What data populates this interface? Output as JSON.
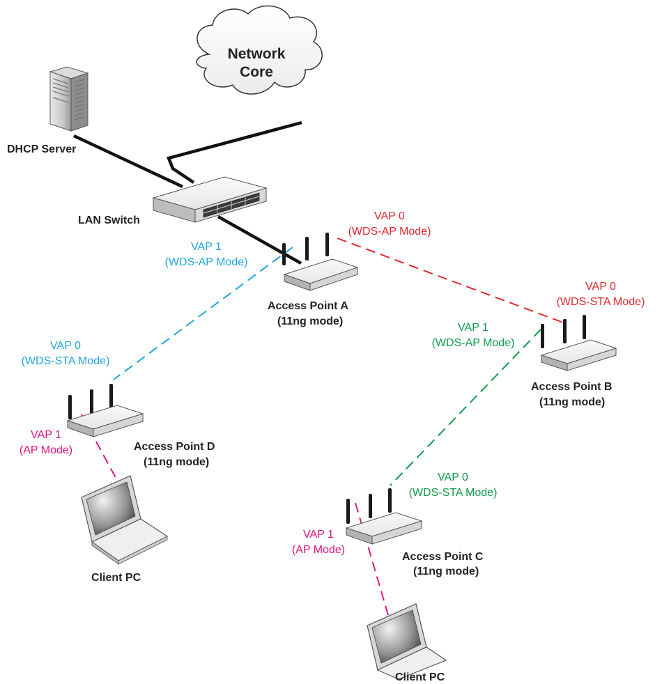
{
  "colors": {
    "blue": "#1ea6dc",
    "red": "#e2272d",
    "green": "#0d9b4a",
    "magenta": "#e0137f",
    "cable": "#111111"
  },
  "cloud": {
    "line1": "Network",
    "line2": "Core"
  },
  "dhcp": {
    "label": "DHCP Server"
  },
  "switch": {
    "label": "LAN Switch"
  },
  "apA": {
    "name": "Access Point A",
    "mode": "(11ng mode)"
  },
  "apB": {
    "name": "Access Point B",
    "mode": "(11ng mode)"
  },
  "apC": {
    "name": "Access Point C",
    "mode": "(11ng mode)"
  },
  "apD": {
    "name": "Access Point D",
    "mode": "(11ng mode)"
  },
  "clientD": {
    "label": "Client PC"
  },
  "clientC": {
    "label": "Client PC"
  },
  "vaps": {
    "a_vap1": {
      "name": "VAP 1",
      "mode": "(WDS-AP Mode)"
    },
    "a_vap0": {
      "name": "VAP 0",
      "mode": "(WDS-AP Mode)"
    },
    "b_vap0": {
      "name": "VAP 0",
      "mode": "(WDS-STA Mode)"
    },
    "b_vap1": {
      "name": "VAP 1",
      "mode": "(WDS-AP Mode)"
    },
    "d_vap0": {
      "name": "VAP 0",
      "mode": "(WDS-STA Mode)"
    },
    "d_vap1": {
      "name": "VAP 1",
      "mode": "(AP Mode)"
    },
    "c_vap0": {
      "name": "VAP 0",
      "mode": "(WDS-STA Mode)"
    },
    "c_vap1": {
      "name": "VAP 1",
      "mode": "(AP Mode)"
    }
  }
}
